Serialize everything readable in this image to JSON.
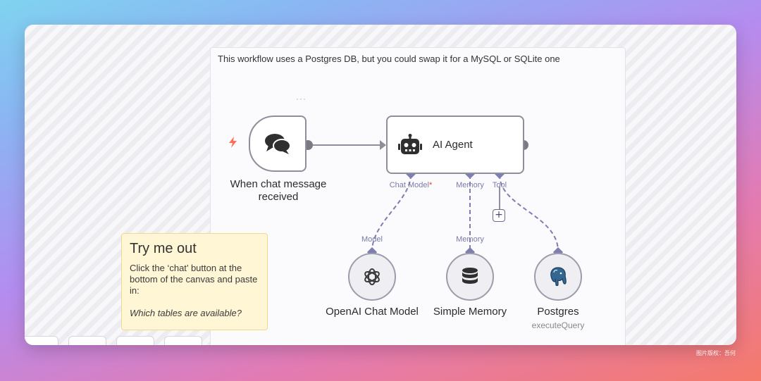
{
  "canvas": {
    "note_text": "This workflow uses a Postgres DB, but you could swap it for a MySQL or SQLite one",
    "node_menu_dots": "···"
  },
  "sticky_note": {
    "title": "Try me out",
    "body": "Click the ‘chat’ button at the bottom of the canvas and paste in:",
    "question": "Which tables are available?"
  },
  "nodes": {
    "trigger": {
      "title_line1": "When chat message",
      "title_line2": "received",
      "icon": "chat-bubbles-icon"
    },
    "agent": {
      "title": "AI Agent",
      "icon": "robot-icon"
    },
    "openai": {
      "title": "OpenAI Chat Model",
      "port": "Model",
      "icon": "openai-icon"
    },
    "memory": {
      "title": "Simple Memory",
      "port": "Memory",
      "icon": "database-icon"
    },
    "postgres": {
      "title": "Postgres",
      "subtitle": "executeQuery",
      "icon": "postgres-elephant-icon"
    }
  },
  "agent_ports": {
    "chat_model": "Chat Model",
    "chat_model_required": "*",
    "memory": "Memory",
    "tool": "Tool",
    "add_tool": "+"
  },
  "colors": {
    "connector": "#7e7eb0",
    "trigger_bolt": "#ff6d5a",
    "sticky_yellow": "#fff6d5"
  },
  "footer": {
    "credit": "图片版权：吾何"
  }
}
